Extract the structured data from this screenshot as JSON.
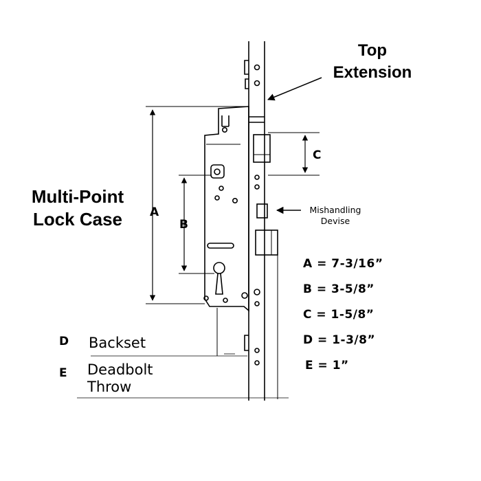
{
  "top_extension": {
    "line1": "Top",
    "line2": "Extension"
  },
  "lock_case": {
    "line1": "Multi-Point",
    "line2": "Lock Case"
  },
  "mishandling": {
    "line1": "Mishandling",
    "line2": "Devise"
  },
  "dimension_letters": {
    "a": "A",
    "b": "B",
    "c": "C",
    "d": "D",
    "e": "E"
  },
  "specs": [
    "A = 7-3/16”",
    "B = 3-5/8”",
    "C = 1-5/8”",
    "D = 1-3/8”",
    "E = 1”"
  ],
  "backset": "Backset",
  "deadbolt": {
    "line1": "Deadbolt",
    "line2": "Throw"
  }
}
